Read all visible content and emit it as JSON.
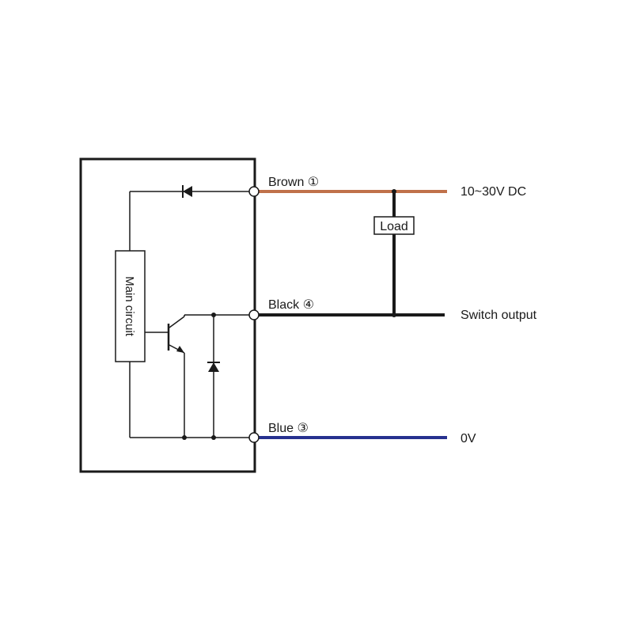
{
  "wires": {
    "brown": {
      "label": "Brown ①",
      "terminal": "10~30V DC",
      "color": "#c0714a"
    },
    "black": {
      "label": "Black ④",
      "terminal": "Switch output",
      "color": "#1a1a1a"
    },
    "blue": {
      "label": "Blue ③",
      "terminal": "0V",
      "color": "#27318f"
    }
  },
  "components": {
    "load": {
      "label": "Load"
    },
    "main_circuit": {
      "label": "Main circuit"
    }
  },
  "colors": {
    "outline": "#1a1a1a",
    "background": "#ffffff"
  }
}
